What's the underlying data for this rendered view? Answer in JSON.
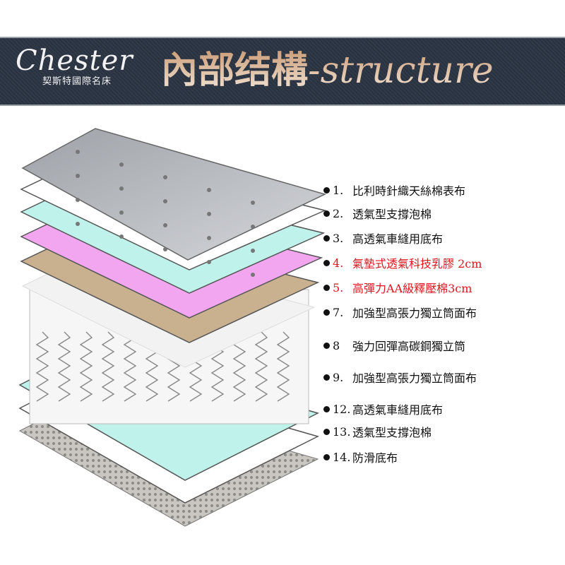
{
  "header": {
    "brand": "Chester",
    "brand_sub": "契斯特國際名床",
    "title_cn": "內部结構",
    "title_en": "-structure"
  },
  "colors": {
    "banner": "#2b3340",
    "red": "#e0141e",
    "cyan": "#bff2ea",
    "pink": "#f2a6f0",
    "tan": "#c9b08f"
  },
  "layers": [
    {
      "num": "1.",
      "label": "比利時針織天絲棉表布",
      "highlight": false
    },
    {
      "num": "2.",
      "label": "透氣型支撐泡棉",
      "highlight": false
    },
    {
      "num": "3.",
      "label": "高透氣車縫用底布",
      "highlight": false
    },
    {
      "num": "4.",
      "label": "氣墊式透氣科技乳膠 2cm",
      "highlight": true
    },
    {
      "num": "5.",
      "label": "高彈力AA級釋壓棉3cm",
      "highlight": true
    },
    {
      "num": "7.",
      "label": "加強型高張力獨立筒面布",
      "highlight": false
    },
    {
      "num": "8",
      "label": "強力回彈高碳鋼獨立筒",
      "highlight": false
    },
    {
      "num": "9.",
      "label": "加強型高張力獨立筒面布",
      "highlight": false
    },
    {
      "num": "12.",
      "label": "高透氣車縫用底布",
      "highlight": false
    },
    {
      "num": "13.",
      "label": "透氣型支撐泡棉",
      "highlight": false
    },
    {
      "num": "14.",
      "label": "防滑底布",
      "highlight": false
    }
  ]
}
